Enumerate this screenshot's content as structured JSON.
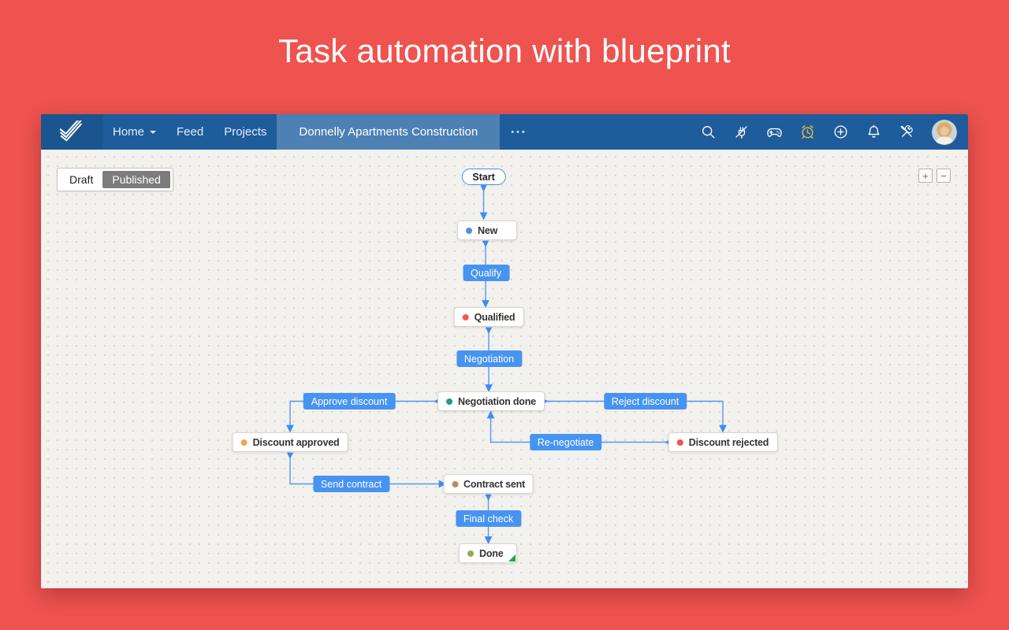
{
  "page_title": "Task automation with blueprint",
  "colors": {
    "background_red": "#ee534f",
    "navbar_blue": "#1f5c9b",
    "active_tab_blue": "#4d80b3",
    "transition_blue": "#4793f1",
    "connector_blue": "#5598f0",
    "published_gray": "#7c7c7c",
    "alarm_icon_gold": "#e5bd45",
    "done_corner_green": "#28a24b"
  },
  "navbar": {
    "items": [
      {
        "label": "Home",
        "has_caret": true
      },
      {
        "label": "Feed",
        "has_caret": false
      },
      {
        "label": "Projects",
        "has_caret": false
      }
    ],
    "active_tab": "Donnelly Apartments Construction",
    "overflow": "•••",
    "icons": [
      "search-icon",
      "plug-icon",
      "gamepad-icon",
      "alarm-icon",
      "add-icon",
      "bell-icon",
      "tools-icon"
    ],
    "highlighted_icon": "alarm-icon"
  },
  "toolbar": {
    "draft_label": "Draft",
    "published_label": "Published",
    "selected": "Published",
    "zoom_in": "+",
    "zoom_out": "−"
  },
  "flow": {
    "start": {
      "label": "Start"
    },
    "statuses": {
      "new": {
        "label": "New",
        "dot": "#4e90e0"
      },
      "qualified": {
        "label": "Qualified",
        "dot": "#f2594f"
      },
      "negotiation_done": {
        "label": "Negotiation done",
        "dot": "#22998a"
      },
      "discount_approved": {
        "label": "Discount approved",
        "dot": "#f0a355"
      },
      "discount_rejected": {
        "label": "Discount rejected",
        "dot": "#ee5350"
      },
      "contract_sent": {
        "label": "Contract sent",
        "dot": "#b68e5f"
      },
      "done": {
        "label": "Done",
        "dot": "#8fad48"
      }
    },
    "transitions": {
      "qualify": {
        "label": "Qualify"
      },
      "negotiation": {
        "label": "Negotiation"
      },
      "approve_discount": {
        "label": "Approve discount"
      },
      "reject_discount": {
        "label": "Reject discount"
      },
      "re_negotiate": {
        "label": "Re-negotiate"
      },
      "send_contract": {
        "label": "Send contract"
      },
      "final_check": {
        "label": "Final check"
      }
    },
    "edges": [
      {
        "from": "Start",
        "to": "New"
      },
      {
        "from": "New",
        "via": "Qualify",
        "to": "Qualified"
      },
      {
        "from": "Qualified",
        "via": "Negotiation",
        "to": "Negotiation done"
      },
      {
        "from": "Negotiation done",
        "via": "Approve discount",
        "to": "Discount approved"
      },
      {
        "from": "Negotiation done",
        "via": "Reject discount",
        "to": "Discount rejected"
      },
      {
        "from": "Discount rejected",
        "via": "Re-negotiate",
        "to": "Negotiation done"
      },
      {
        "from": "Discount approved",
        "via": "Send contract",
        "to": "Contract sent"
      },
      {
        "from": "Contract sent",
        "via": "Final check",
        "to": "Done"
      }
    ]
  }
}
